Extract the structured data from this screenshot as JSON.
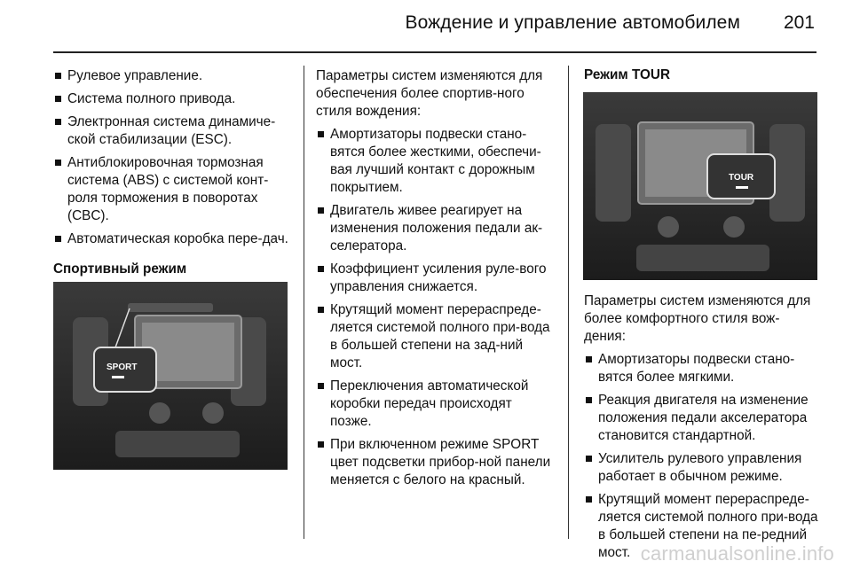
{
  "header": {
    "title": "Вождение и управление автомобилем",
    "page_number": "201"
  },
  "col1": {
    "bullets": [
      "Рулевое управление.",
      "Система полного привода.",
      "Электронная система динамиче-ской стабилизации (ESC).",
      "Антиблокировочная тормозная система (ABS) с системой конт-роля торможения в поворотах (CBC).",
      "Автоматическая коробка пере-дач."
    ],
    "heading": "Спортивный режим",
    "image_label": "SPORT"
  },
  "col2": {
    "intro": "Параметры систем изменяются для обеспечения более спортив-ного стиля вождения:",
    "bullets": [
      "Амортизаторы подвески стано-вятся более жесткими, обеспечи-вая лучший контакт с дорожным покрытием.",
      "Двигатель живее реагирует на изменения положения педали ак-селератора.",
      "Коэффициент усиления руле-вого управления снижается.",
      "Крутящий момент перераспреде-ляется системой полного при-вода в большей степени на зад-ний мост.",
      "Переключения автоматической коробки передач происходят позже.",
      "При включенном режиме SPORT цвет подсветки прибор-ной панели меняется с белого на красный."
    ]
  },
  "col3": {
    "heading": "Режим TOUR",
    "image_label": "TOUR",
    "intro": "Параметры систем изменяются для более комфортного стиля вож-дения:",
    "bullets": [
      "Амортизаторы подвески стано-вятся более мягкими.",
      "Реакция двигателя на изменение положения педали акселератора становится стандартной.",
      "Усилитель рулевого управления работает в обычном режиме.",
      "Крутящий момент перераспреде-ляется системой полного при-вода в большей степени на пе-редний мост."
    ]
  },
  "footer": {
    "watermark": "carmanualsonline.info"
  }
}
